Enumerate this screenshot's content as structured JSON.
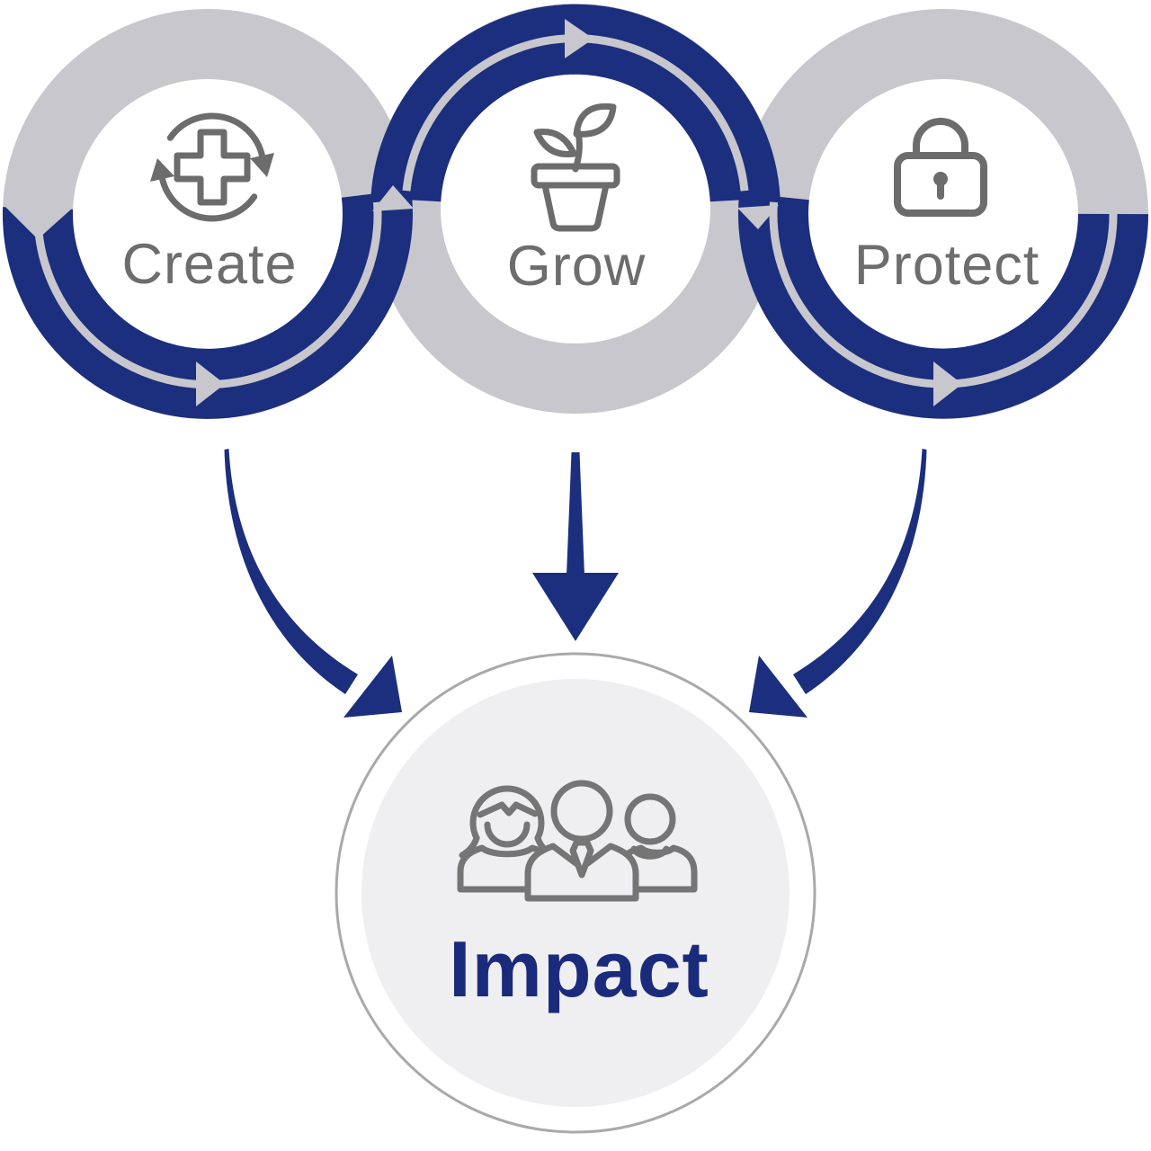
{
  "stages": [
    {
      "label": "Create",
      "icon": "cycle-plus-icon"
    },
    {
      "label": "Grow",
      "icon": "plant-pot-icon"
    },
    {
      "label": "Protect",
      "icon": "padlock-icon"
    }
  ],
  "impact": {
    "label": "Impact",
    "icon": "people-group-icon"
  },
  "colors": {
    "navy": "#1c2e7e",
    "ring_gray": "#c7c7cd",
    "icon_gray": "#6c6c6c",
    "people_gray": "#757575",
    "impact_fill": "#efeff1",
    "impact_ring": "#a9a9ad",
    "label_gray": "#6d6d6d",
    "impact_text": "#1b2b7c"
  }
}
